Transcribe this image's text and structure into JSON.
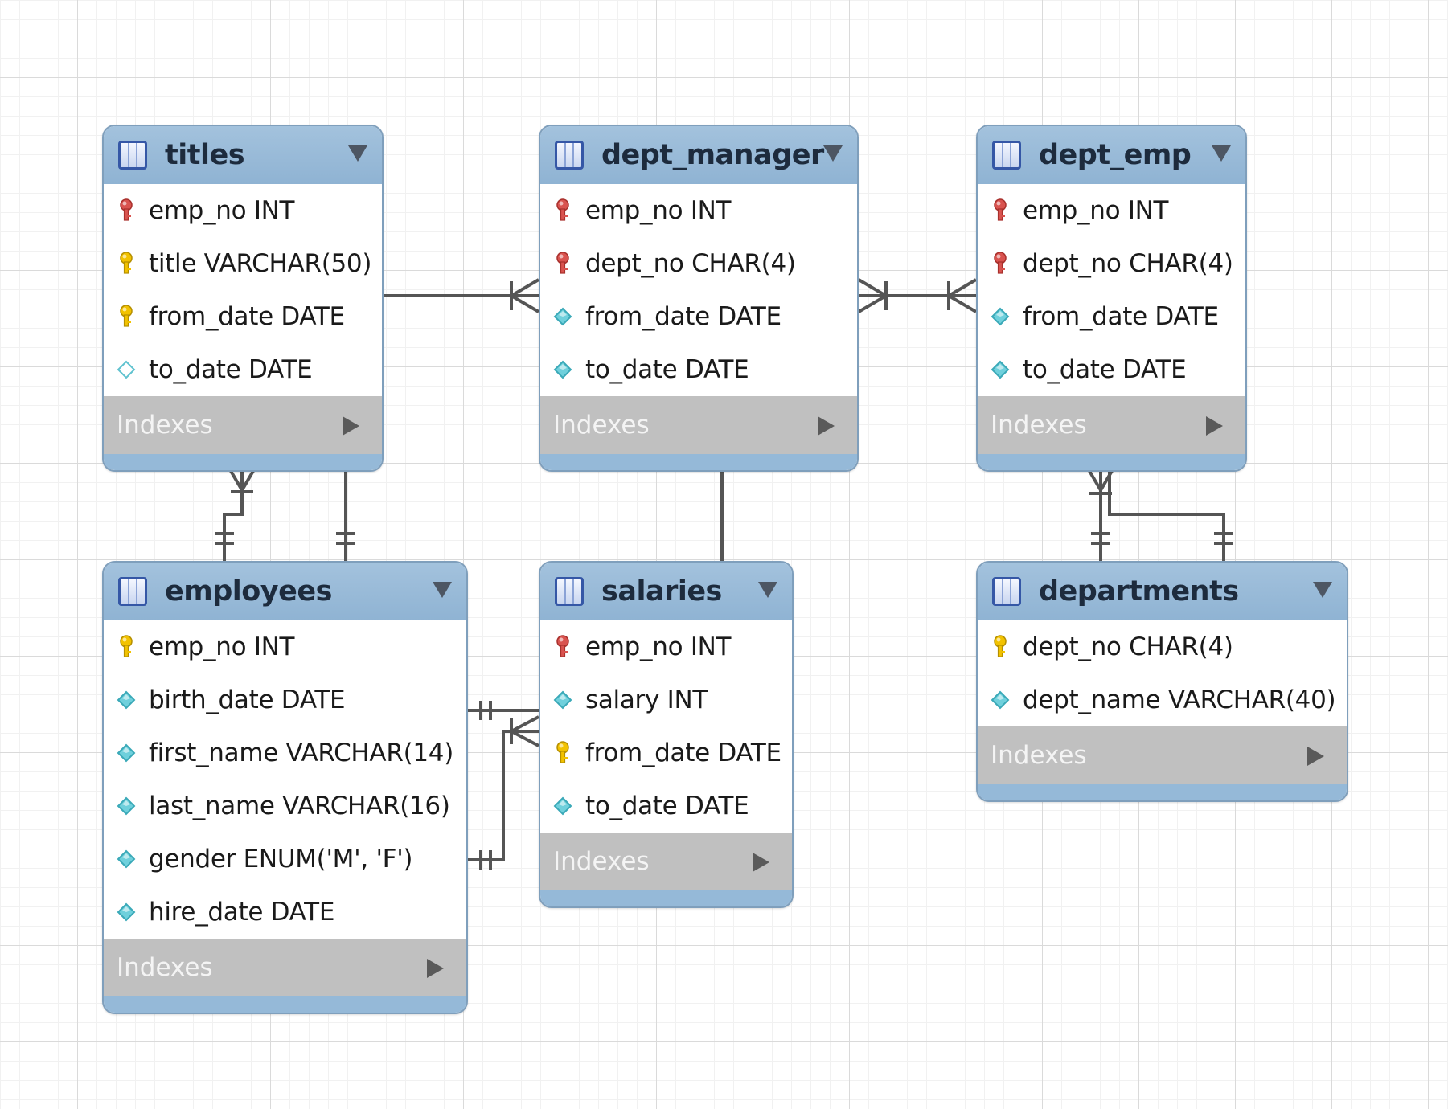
{
  "indexes_label": "Indexes",
  "colors": {
    "header": "#95b9d8",
    "indexes_bar": "#c0c0c0",
    "pk_key": "#d9534f",
    "key": "#f2c200",
    "attribute_diamond": "#6fd0dc",
    "relationship_line": "#555555"
  },
  "tables": [
    {
      "name": "titles",
      "columns": [
        {
          "text": "emp_no INT",
          "icon": "red-key-icon"
        },
        {
          "text": "title VARCHAR(50)",
          "icon": "yellow-key-icon"
        },
        {
          "text": "from_date DATE",
          "icon": "yellow-key-icon"
        },
        {
          "text": "to_date DATE",
          "icon": "hollow-diamond-icon"
        }
      ]
    },
    {
      "name": "dept_manager",
      "columns": [
        {
          "text": "emp_no INT",
          "icon": "red-key-icon"
        },
        {
          "text": "dept_no CHAR(4)",
          "icon": "red-key-icon"
        },
        {
          "text": "from_date DATE",
          "icon": "cyan-diamond-icon"
        },
        {
          "text": "to_date DATE",
          "icon": "cyan-diamond-icon"
        }
      ]
    },
    {
      "name": "dept_emp",
      "columns": [
        {
          "text": "emp_no INT",
          "icon": "red-key-icon"
        },
        {
          "text": "dept_no CHAR(4)",
          "icon": "red-key-icon"
        },
        {
          "text": "from_date DATE",
          "icon": "cyan-diamond-icon"
        },
        {
          "text": "to_date DATE",
          "icon": "cyan-diamond-icon"
        }
      ]
    },
    {
      "name": "employees",
      "columns": [
        {
          "text": "emp_no INT",
          "icon": "yellow-key-icon"
        },
        {
          "text": "birth_date DATE",
          "icon": "cyan-diamond-icon"
        },
        {
          "text": "first_name VARCHAR(14)",
          "icon": "cyan-diamond-icon"
        },
        {
          "text": "last_name VARCHAR(16)",
          "icon": "cyan-diamond-icon"
        },
        {
          "text": "gender ENUM('M', 'F')",
          "icon": "cyan-diamond-icon"
        },
        {
          "text": "hire_date DATE",
          "icon": "cyan-diamond-icon"
        }
      ]
    },
    {
      "name": "salaries",
      "columns": [
        {
          "text": "emp_no INT",
          "icon": "red-key-icon"
        },
        {
          "text": "salary INT",
          "icon": "cyan-diamond-icon"
        },
        {
          "text": "from_date DATE",
          "icon": "yellow-key-icon"
        },
        {
          "text": "to_date DATE",
          "icon": "cyan-diamond-icon"
        }
      ]
    },
    {
      "name": "departments",
      "columns": [
        {
          "text": "dept_no CHAR(4)",
          "icon": "yellow-key-icon"
        },
        {
          "text": "dept_name VARCHAR(40)",
          "icon": "cyan-diamond-icon"
        }
      ]
    }
  ]
}
